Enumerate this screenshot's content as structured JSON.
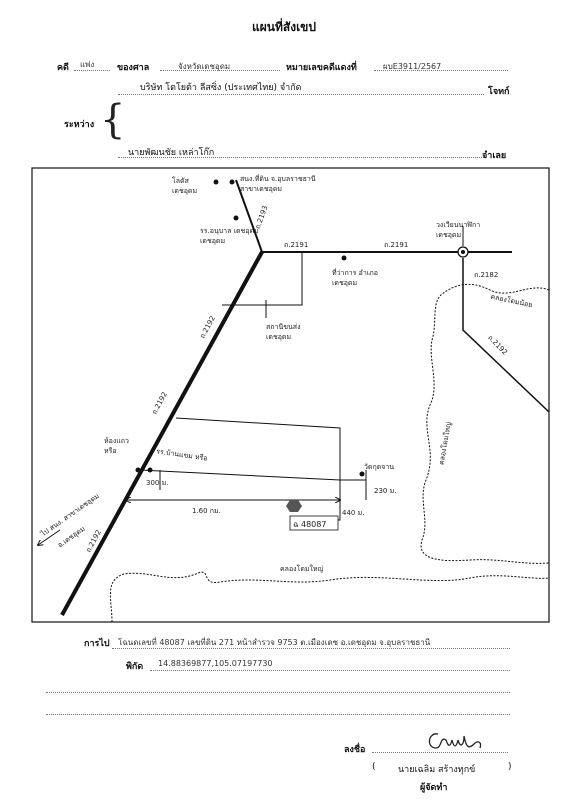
{
  "title": "แผนที่สังเขป",
  "header": {
    "case_label": "คดี",
    "case_type": "แพ่ง",
    "court_label": "ของศาล",
    "court_value": "จังหวัดเดชอุดม",
    "black_no_label": "หมายเลขคดีแดงที่",
    "black_no_value": "ผบE3911/2567",
    "between_label": "ระหว่าง",
    "plaintiff_name": "บริษัท โตโยต้า ลีสซิ่ง (ประเทศไทย) จำกัด",
    "plaintiff_role": "โจทก์",
    "defendant_name": "นายพัฒนชัย เหล่าโก๊ก",
    "defendant_role": "จำเลย"
  },
  "map": {
    "labels": {
      "police": "โลตัส เดชอุดม",
      "school": "สนง.ที่ดิน จ.อุบลราชธานี สาขาเดชอุดม",
      "hospital": "รร.อนุบาล เดชอุดมเดชอุดม",
      "road_upper": "ถ.2193",
      "road_top_mid": "ถ.2191",
      "road_top_right": "ถ.2191",
      "district_office": "ที่ว่าการ อำเภอเดชอุดม",
      "circle": "วงเวียนนาฬิกา เดชอุดม",
      "road_right": "ถ.2182",
      "road_right2": "ถ.2192",
      "canal_right_top": "คลองโดมน้อย",
      "canal_mid": "คลองโดมใหญ่",
      "station": "สถานีขนส่ง เดชอุดม",
      "road_diag1": "ถ.2192",
      "road_diag2": "ถ.2192",
      "hall": "ห้องแถว หรือ",
      "school2": "รร.บ้านแขม หรือ",
      "dist_300": "300 ม.",
      "temple": "วัดกุดจาน",
      "dist_230": "230 ม.",
      "dist_160": "1.60 กม.",
      "dist_440": "440 ม.",
      "parcel": "ฉ 48087",
      "canal_bottom": "คลองโดมใหญ่",
      "arrow_to": "ไป สนง. สาขาเดชอุดม",
      "arrow_to2": "อ.เดชอุดม",
      "road_bottom": "ถ.2192"
    }
  },
  "footer": {
    "route_label": "การไป",
    "route_value": "โฉนดเลขที่ 48087  เลขที่ดิน 271  หน้าสำรวจ 9753  ต.เมืองเดช   อ.เดชอุดม   จ.อุบลราชธานี",
    "coord_label": "พิกัด",
    "coord_value": "14.88369877,105.07197730",
    "sign_label": "ลงชื่อ",
    "signer_name": "นายเฉลิม  สร้างทุกข์",
    "signer_role": "ผู้จัดทำ"
  }
}
